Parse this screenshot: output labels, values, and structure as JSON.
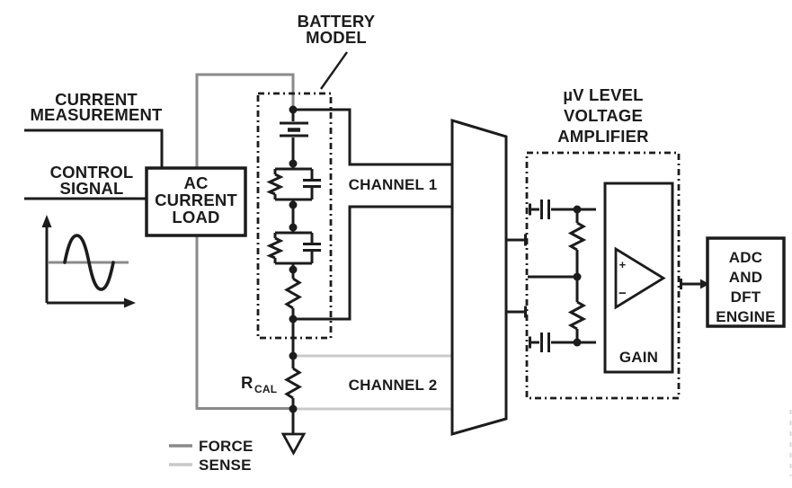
{
  "colors": {
    "wire_black": "#1c1c1c",
    "force_gray": "#8a8a8a",
    "sense_gray": "#c9c9c9",
    "background": "#ffffff"
  },
  "inputs": {
    "current_measurement": {
      "line1": "CURRENT",
      "line2": "MEASUREMENT"
    },
    "control_signal": {
      "line1": "CONTROL",
      "line2": "SIGNAL"
    }
  },
  "blocks": {
    "ac_current_load": {
      "line1": "AC",
      "line2": "CURRENT",
      "line3": "LOAD"
    },
    "battery_model": {
      "line1": "BATTERY",
      "line2": "MODEL"
    },
    "voltage_amplifier": {
      "line1": "µV LEVEL",
      "line2": "VOLTAGE",
      "line3": "AMPLIFIER"
    },
    "gain": {
      "label": "GAIN",
      "plus": "+",
      "minus": "−"
    },
    "adc_dft": {
      "line1": "ADC",
      "line2": "AND",
      "line3": "DFT",
      "line4": "ENGINE"
    }
  },
  "channels": {
    "channel1": "CHANNEL 1",
    "channel2": "CHANNEL 2"
  },
  "rcal": {
    "symbol": "R",
    "subscript": "CAL"
  },
  "legend": {
    "force": "FORCE",
    "sense": "SENSE"
  }
}
